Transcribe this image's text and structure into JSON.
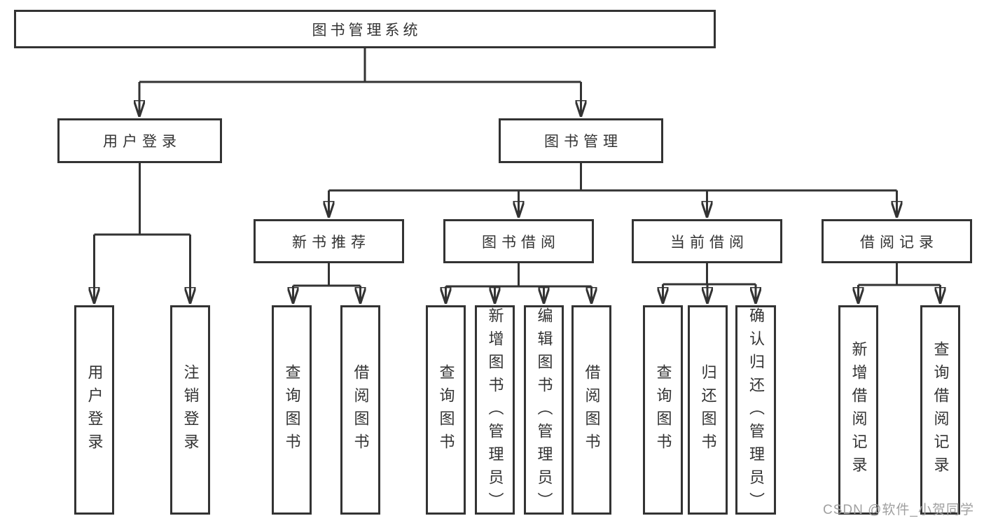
{
  "diagram": {
    "root": {
      "label": "图书管理系统"
    },
    "branches": [
      {
        "label": "用户登录",
        "children": [
          {
            "label": "用户登录"
          },
          {
            "label": "注销登录"
          }
        ]
      },
      {
        "label": "图书管理",
        "children": [
          {
            "label": "新书推荐",
            "children": [
              {
                "label": "查询图书"
              },
              {
                "label": "借阅图书"
              }
            ]
          },
          {
            "label": "图书借阅",
            "children": [
              {
                "label": "查询图书"
              },
              {
                "label": "新增图书（管理员）"
              },
              {
                "label": "编辑图书（管理员）"
              },
              {
                "label": "借阅图书"
              }
            ]
          },
          {
            "label": "当前借阅",
            "children": [
              {
                "label": "查询图书"
              },
              {
                "label": "归还图书"
              },
              {
                "label": "确认归还（管理员）"
              }
            ]
          },
          {
            "label": "借阅记录",
            "children": [
              {
                "label": "新增借阅记录"
              },
              {
                "label": "查询借阅记录"
              }
            ]
          }
        ]
      }
    ]
  },
  "watermark": {
    "text": "CSDN @软件_小贺同学"
  },
  "colors": {
    "line": "#333333",
    "box_border": "#333333",
    "text": "#333333",
    "watermark": "#a0a0a0",
    "background": "#ffffff"
  }
}
